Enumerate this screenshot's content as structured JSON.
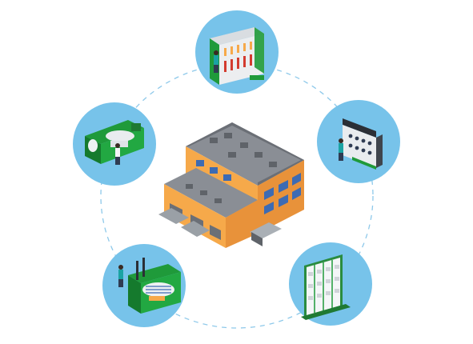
{
  "diagram": {
    "center": {
      "name": "textile-factory-building"
    },
    "nodes": [
      {
        "name": "spinning-frame-machine",
        "icon": "spinning-frame-icon"
      },
      {
        "name": "winding-machine-station",
        "icon": "winding-machine-icon"
      },
      {
        "name": "yarn-creel-rack",
        "icon": "creel-rack-icon"
      },
      {
        "name": "warping-machine",
        "icon": "warping-machine-icon"
      },
      {
        "name": "carding-machine",
        "icon": "carding-machine-icon"
      }
    ],
    "colors": {
      "circle": "#77c3ea",
      "connector": "#8ec9ea",
      "machine_green": "#1f9a3a",
      "building_orange": "#f6a94a",
      "roof_gray": "#7b7f86",
      "window_blue": "#3d6bb3"
    }
  }
}
